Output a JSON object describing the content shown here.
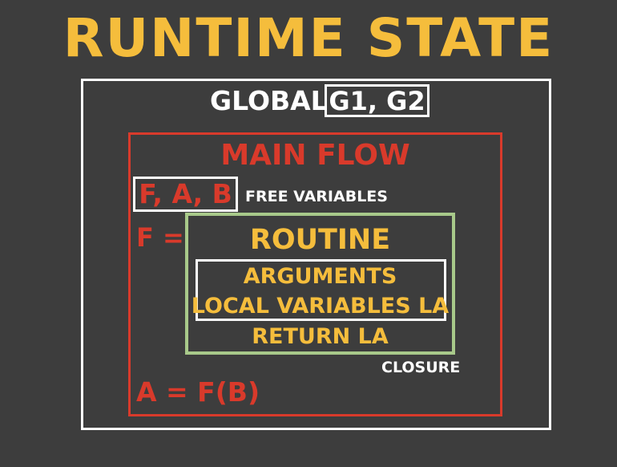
{
  "title": "RUNTIME STATE",
  "global": {
    "label": "GLOBAL",
    "vars": "G1, G2"
  },
  "main_flow": {
    "title": "MAIN FLOW",
    "free_vars": "F, A, B",
    "free_vars_label": "FREE VARIABLES",
    "f_assign": "F =",
    "a_assign": "A = F(B)"
  },
  "routine": {
    "title": "ROUTINE",
    "arguments": "ARGUMENTS",
    "locals": "LOCAL VARIABLES LA",
    "return": "RETURN LA",
    "closure_label": "CLOSURE"
  },
  "colors": {
    "title": "#f5bd3c",
    "red": "#d93a2b",
    "yellow": "#f5bd3c",
    "green": "#a8c98a",
    "white": "#ffffff",
    "background": "#3d3d3d"
  }
}
